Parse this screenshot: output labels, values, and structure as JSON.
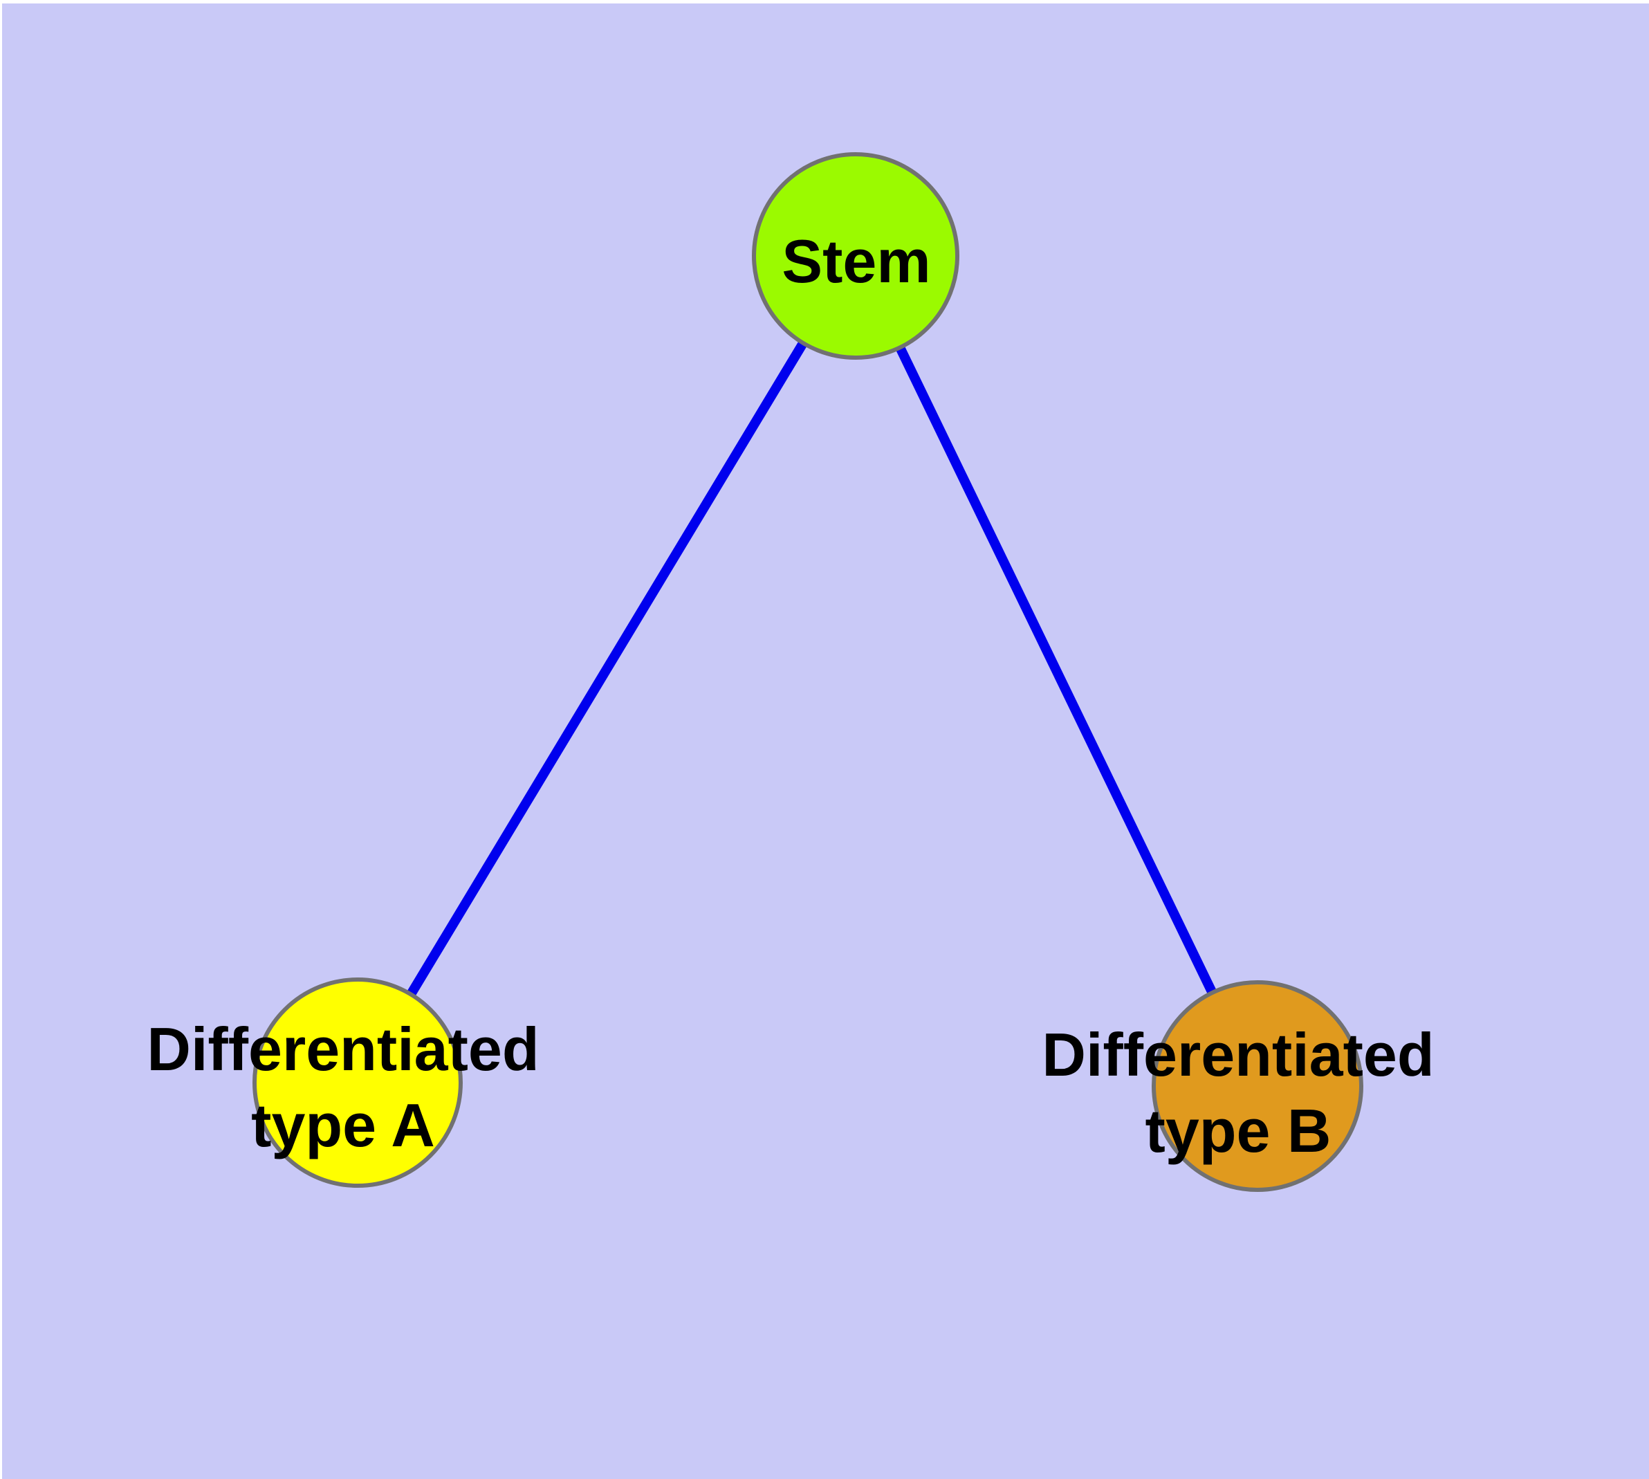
{
  "diagram": {
    "colors": {
      "background": "#c9c9f7",
      "edge": "#0000ee",
      "node_border": "#717171",
      "label_text": "#000000",
      "stem_fill": "#9bfa00",
      "type_a_fill": "#ffff00",
      "type_b_fill": "#e09a1e"
    },
    "nodes": {
      "stem": {
        "label": "Stem"
      },
      "type_a": {
        "label_line1": "Differentiated",
        "label_line2": "type A"
      },
      "type_b": {
        "label_line1": "Differentiated",
        "label_line2": "type B"
      }
    },
    "edges": [
      {
        "from": "Stem",
        "to": "Differentiated type A"
      },
      {
        "from": "Stem",
        "to": "Differentiated type B"
      }
    ]
  }
}
